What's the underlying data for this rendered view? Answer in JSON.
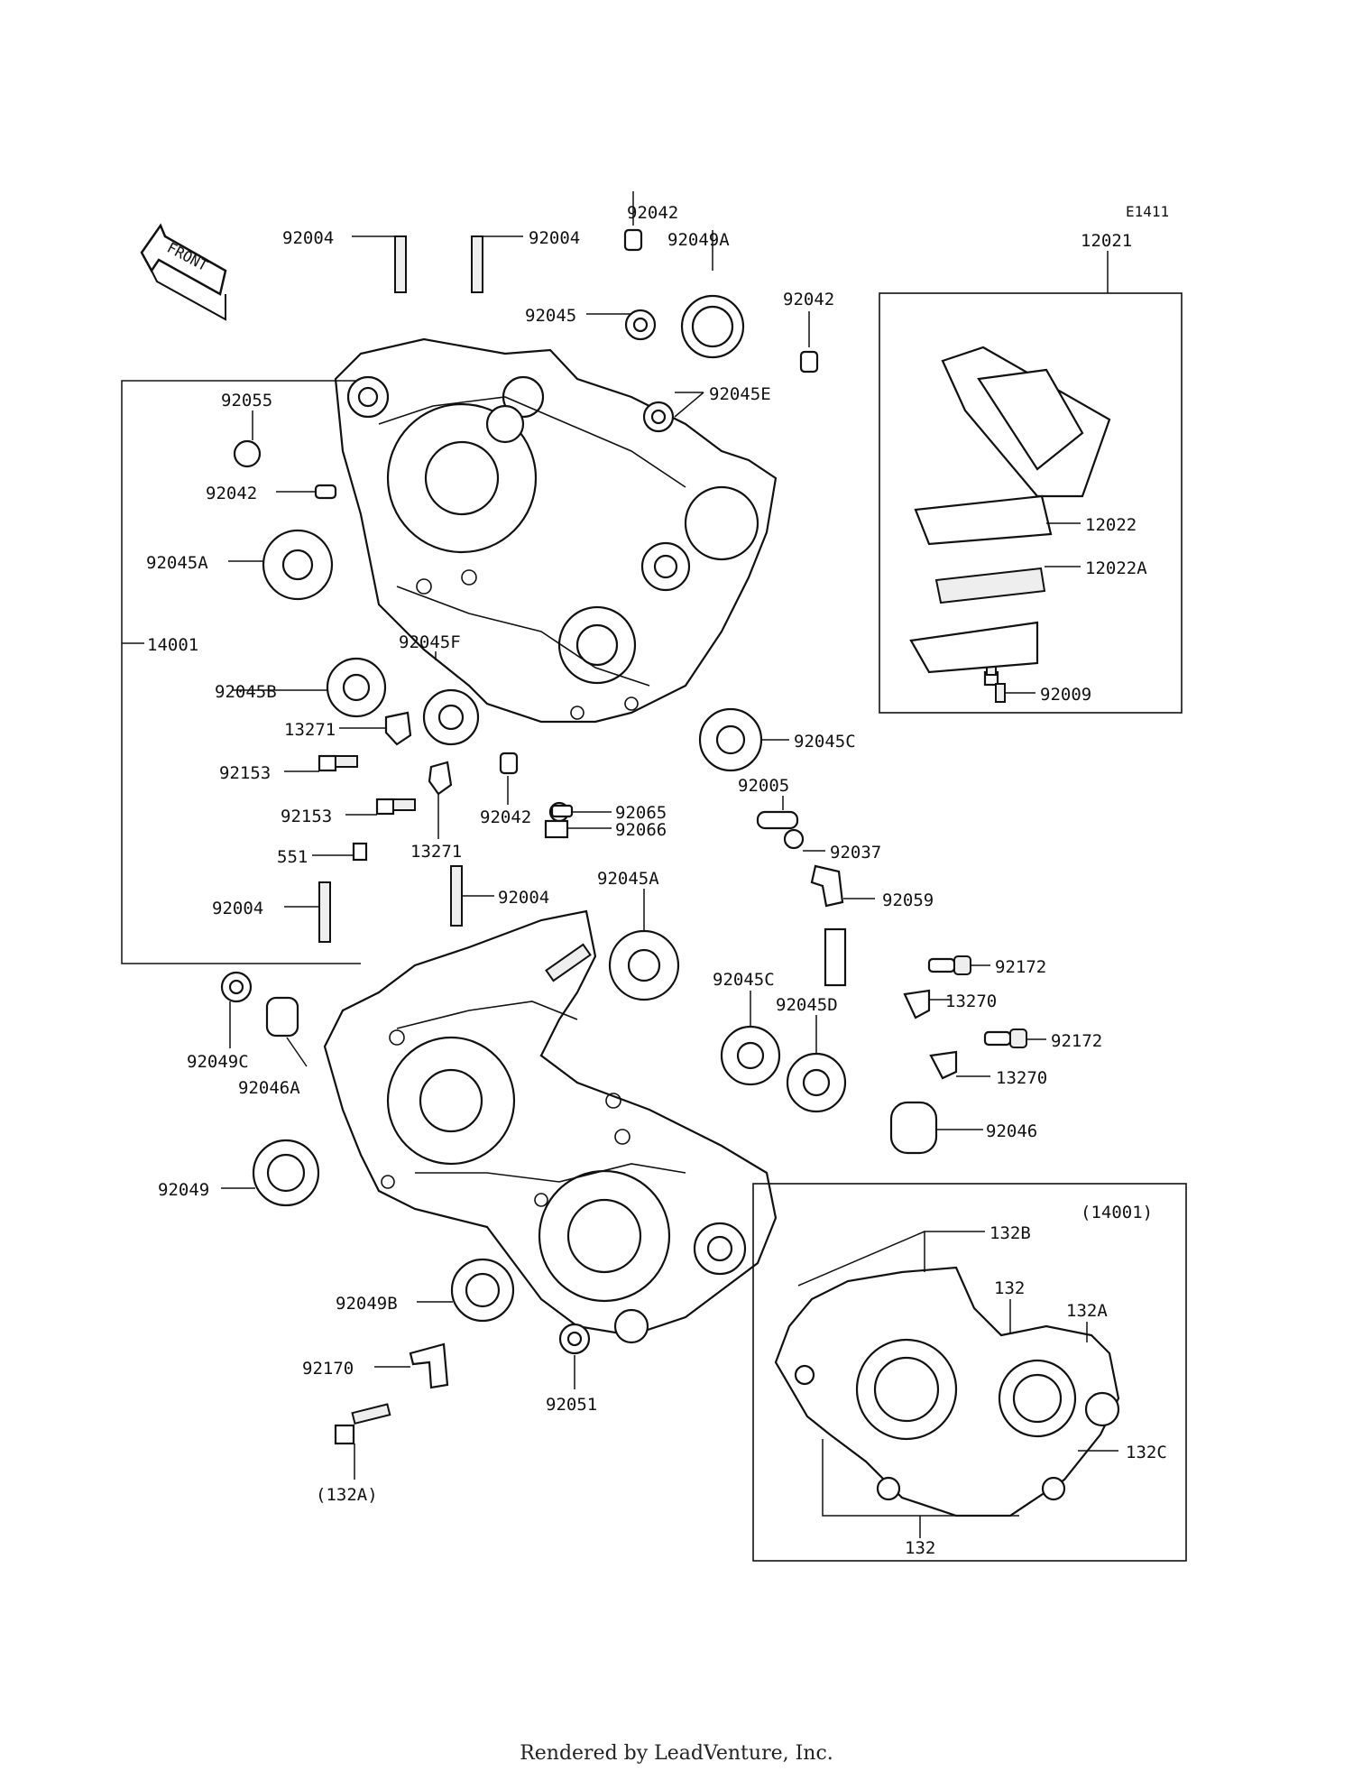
{
  "diagram_code": "E1411",
  "front_label": "FRONT",
  "footer": "Rendered by LeadVenture, Inc.",
  "inset_title": "(14001)",
  "labels": {
    "l92042_top": "92042",
    "l92049a": "92049A",
    "l92004_a": "92004",
    "l92004_b": "92004",
    "l92045": "92045",
    "l92042_r": "92042",
    "l92045e": "92045E",
    "l92055": "92055",
    "l92042_l": "92042",
    "l92045a_top": "92045A",
    "l14001": "14001",
    "l92045f": "92045F",
    "l92045b": "92045B",
    "l13271_a": "13271",
    "l92153_a": "92153",
    "l92153_b": "92153",
    "l13271_b": "13271",
    "l92042_m": "92042",
    "l92065": "92065",
    "l92066": "92066",
    "l92045c_top": "92045C",
    "l92005": "92005",
    "l92037": "92037",
    "l92059": "92059",
    "l551": "551",
    "l92004_c": "92004",
    "l92004_d": "92004",
    "l92045a_bot": "92045A",
    "l92049c": "92049C",
    "l92046a": "92046A",
    "l92045c_bot": "92045C",
    "l92045d": "92045D",
    "l92172_a": "92172",
    "l13270_a": "13270",
    "l92172_b": "92172",
    "l13270_b": "13270",
    "l92046": "92046",
    "l92049": "92049",
    "l92049b": "92049B",
    "l92170": "92170",
    "l132a_paren": "(132A)",
    "l92051": "92051",
    "l12021": "12021",
    "l12022": "12022",
    "l12022a": "12022A",
    "l92009": "92009",
    "l132b": "132B",
    "l132_top": "132",
    "l132a": "132A",
    "l132c": "132C",
    "l132_bot": "132"
  }
}
